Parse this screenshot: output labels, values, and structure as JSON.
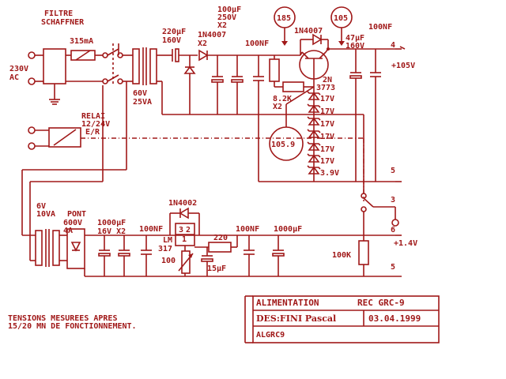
{
  "labels": {
    "filtre1": "FILTRE",
    "filtre2": "SCHAFFNER",
    "fuse": "315mA",
    "ac1": "230V",
    "ac2": "AC",
    "tr1a": "60V",
    "tr1b": "25VA",
    "c220a": "220µF",
    "c220b": "160V",
    "c100u1": "100µF",
    "c100u2": "250V",
    "c100u3": "X2",
    "d1n4007a": "1N4007",
    "d1n4007ax2": "X2",
    "c100nf1": "100NF",
    "m185": "185",
    "m105": "105",
    "d1n4007b": "1N4007",
    "c100nf2": "100NF",
    "c47a": "47µF",
    "c47b": "160V",
    "out4": "4",
    "v105": "+105V",
    "tr2n": "2N",
    "tr3773": "3773",
    "r82k": "8.2K",
    "r82kx2": "X2",
    "z1": "17V",
    "z2": "17V",
    "z3": "17V",
    "z4": "17V",
    "z5": "17V",
    "z6": "17V",
    "z7": "3.9V",
    "m1059": "105.9",
    "relai1": "RELAI",
    "relai2": "12/24V",
    "relai3": "E/R",
    "out5a": "5",
    "out3": "3",
    "tr2a": "6V",
    "tr2b": "10VA",
    "pont1": "PONT",
    "pont2": "600V",
    "pont3": "4A",
    "d1n4002": "1N4002",
    "c1000a": "1000µF",
    "c1000b": "16V X2",
    "c100nf3": "100NF",
    "lm1": "LM",
    "lm2": "317",
    "pin3": "3",
    "pin2": "2",
    "pin1": "1",
    "r220": "220",
    "c100nf4": "100NF",
    "c1000c": "1000µF",
    "out6": "6",
    "v14": "+1.4V",
    "r100k": "100K",
    "p100": "100",
    "c15u": "15µF",
    "out5b": "5",
    "note1": "TENSIONS MESUREES APRES",
    "note2": "15/20 MN DE FONCTIONNEMENT."
  },
  "title_block": {
    "title": "ALIMENTATION",
    "ref": "REC GRC-9",
    "author": "DES:FINI Pascal",
    "date": "03.04.1999",
    "file": "ALGRC9"
  }
}
